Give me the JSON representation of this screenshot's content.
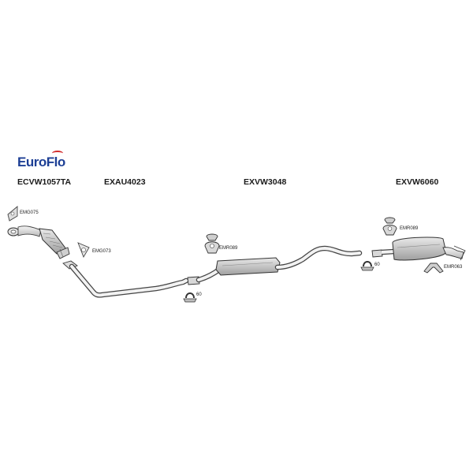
{
  "brand": {
    "part1": "Euro",
    "part2": "Flo",
    "accent_color": "#d22a2a",
    "brand_color": "#1d3f95"
  },
  "sections": [
    {
      "code": "ECVW1057TA"
    },
    {
      "code": "EXAU4023"
    },
    {
      "code": "EXVW3048"
    },
    {
      "code": "EXVW6060"
    }
  ],
  "fittings": {
    "gasket_top": "EMG075",
    "gasket_ring": "EMG073",
    "mount_mid": "EMR089",
    "clamp_mid": "60",
    "mount_rear": "EMR089",
    "clamp_rear": "60",
    "bracket_rear": "EMR063"
  }
}
